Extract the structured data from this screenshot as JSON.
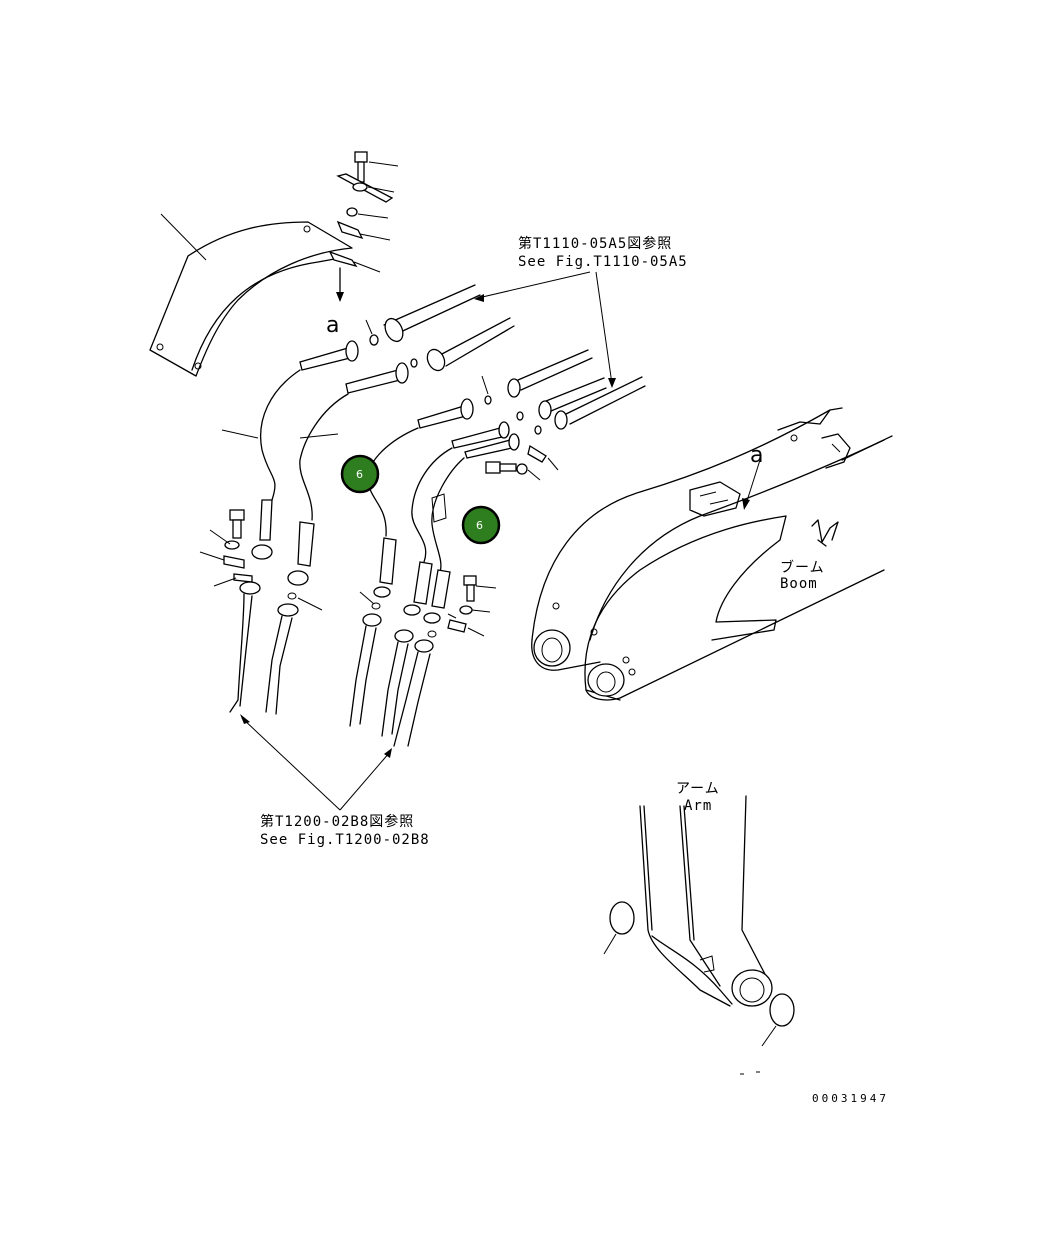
{
  "refs": {
    "top_ja": "第T1110-05A5図参照",
    "top_en": "See Fig.T1110-05A5",
    "bottom_ja": "第T1200-02B8図参照",
    "bottom_en": "See Fig.T1200-02B8"
  },
  "labels": {
    "view_a_upper": "a",
    "view_a_boom": "a",
    "boom_ja": "ブーム",
    "boom_en": "Boom",
    "arm_ja": "アーム",
    "arm_en": "Arm"
  },
  "badges": [
    {
      "label": "6",
      "color": "#2e7d1f"
    },
    {
      "label": "6",
      "color": "#2e7d1f"
    }
  ],
  "drawing_number": "00031947"
}
